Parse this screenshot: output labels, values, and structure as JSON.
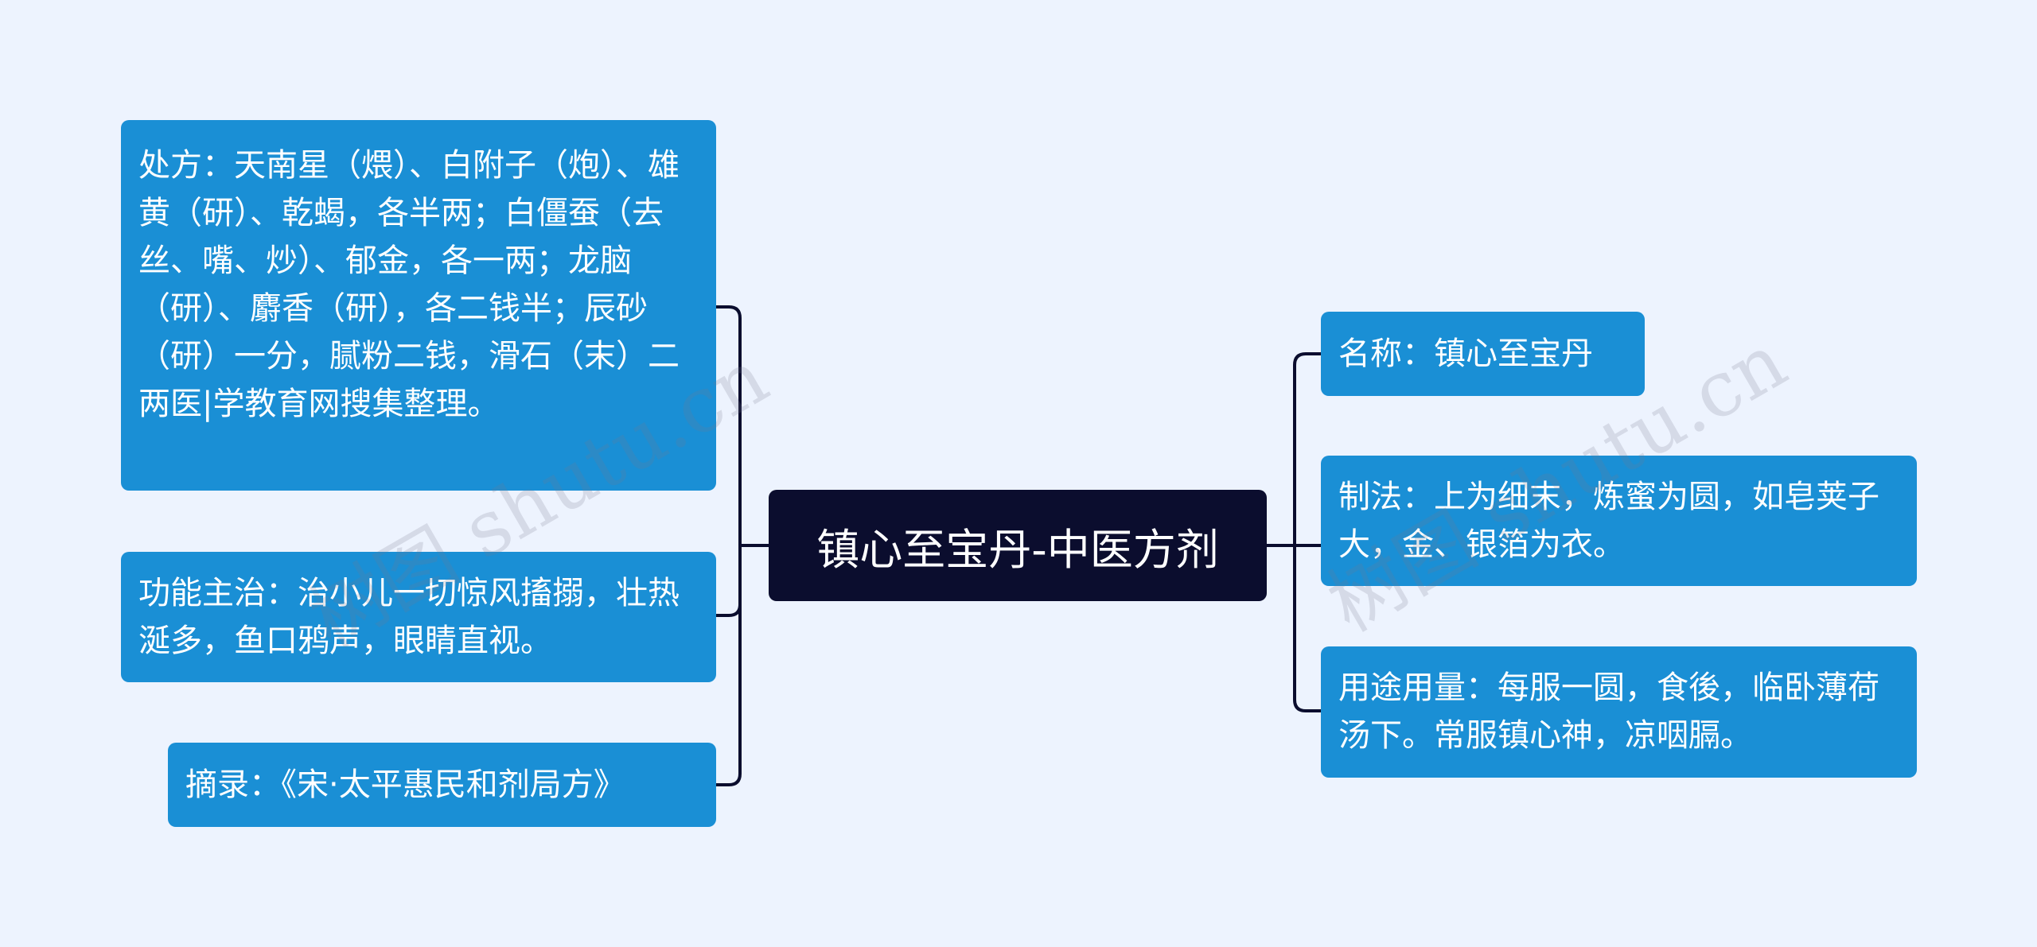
{
  "root": {
    "label": "镇心至宝丹-中医方剂"
  },
  "left_branches": [
    {
      "text": "处方：天南星（煨）、白附子（炮）、雄黄（研）、乾蝎，各半两；白僵蚕（去丝、嘴、炒）、郁金，各一两；龙脑（研）、麝香（研），各二钱半；辰砂（研）一分，腻粉二钱，滑石（末）二两医|学教育网搜集整理。"
    },
    {
      "text": "功能主治：治小儿一切惊风搐搦，壮热涎多，鱼口鸦声，眼睛直视。"
    },
    {
      "text": "摘录：《宋·太平惠民和剂局方》"
    }
  ],
  "right_branches": [
    {
      "text": "名称：镇心至宝丹"
    },
    {
      "text": "制法：上为细末，炼蜜为圆，如皂荚子大，金、银箔为衣。"
    },
    {
      "text": "用途用量：每服一圆，食後，临卧薄荷汤下。常服镇心神，凉咽膈。"
    }
  ],
  "watermarks": [
    "树图 shutu.cn",
    "树图 shutu.cn"
  ],
  "colors": {
    "background": "#edf3fe",
    "branch_node": "#1a8fd5",
    "root_node": "#0b0d2e",
    "connector": "#0b0d2e",
    "text": "#ffffff"
  }
}
